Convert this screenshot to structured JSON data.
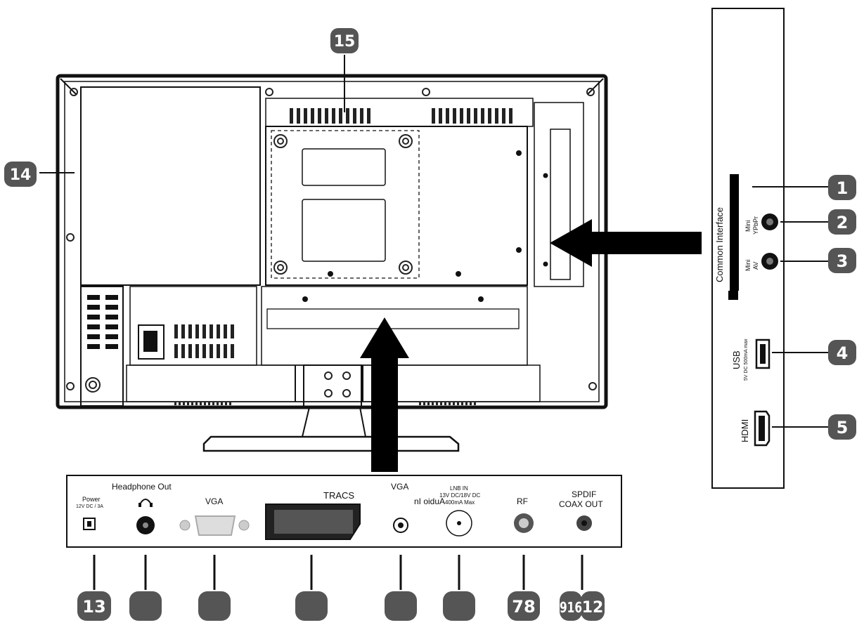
{
  "callouts": {
    "c1": "1",
    "c2": "2",
    "c3": "3",
    "c4": "4",
    "c5": "5",
    "c13": "13",
    "c14": "14",
    "c15": "15",
    "c78": "78",
    "c9161": "916",
    "c12": "12"
  },
  "side_panel": {
    "common_interface": "Common Interface",
    "mini_ypbpr_1": "Mini",
    "mini_ypbpr_2": "YPbPr",
    "mini_av_1": "Mini",
    "mini_av_2": "AV",
    "usb": "USB",
    "usb_spec": "5V DC 500mA max",
    "hdmi": "HDMI"
  },
  "bottom_panel": {
    "power": "Power",
    "power_spec": "12V DC / 3A",
    "headphone_out": "Headphone Out",
    "vga_1": "VGA",
    "scart": "TRACS",
    "vga_2": "VGA",
    "audio_in": "nI oiduA",
    "lnb_1": "LNB IN",
    "lnb_2": "13V DC/18V DC",
    "lnb_3": "400mA Max",
    "rf": "RF",
    "spdif_1": "SPDIF",
    "spdif_2": "COAX OUT"
  },
  "colors": {
    "badge": "#555555",
    "line": "#111111"
  }
}
